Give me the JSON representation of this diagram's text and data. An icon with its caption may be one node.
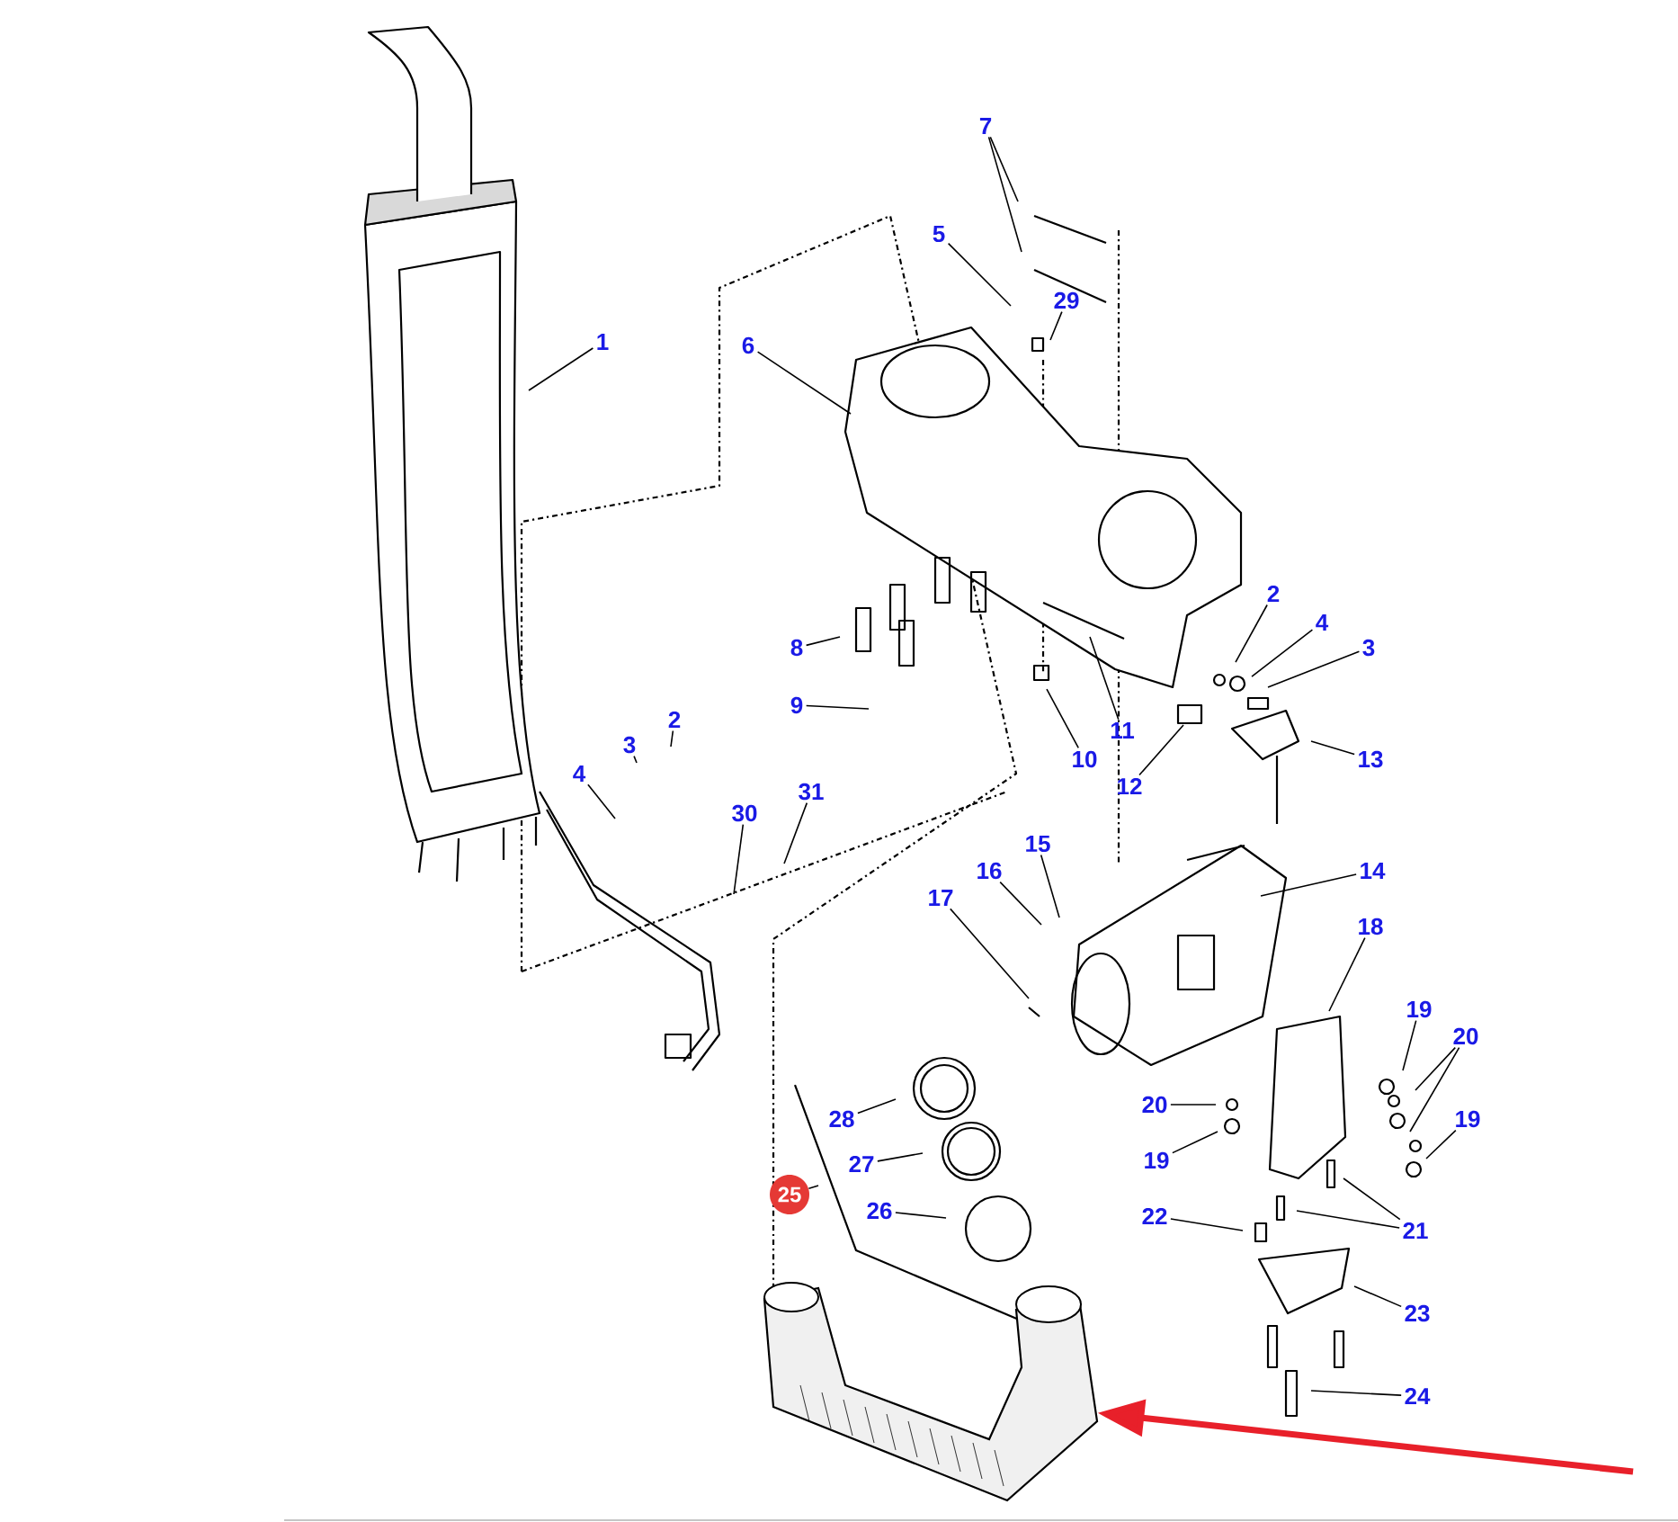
{
  "diagram": {
    "nodes": [
      {
        "text": [
          "1"
        ]
      },
      {
        "text": [
          "2"
        ]
      },
      {
        "text": [
          "3"
        ]
      },
      {
        "text": [
          "4"
        ]
      },
      {
        "text": [
          "30"
        ]
      },
      {
        "text": [
          "31"
        ]
      },
      {
        "text": [
          "7"
        ]
      },
      {
        "text": [
          "5"
        ]
      },
      {
        "text": [
          "29"
        ]
      },
      {
        "text": [
          "6"
        ]
      },
      {
        "text": [
          "8"
        ]
      },
      {
        "text": [
          "9"
        ]
      },
      {
        "text": [
          "10"
        ]
      },
      {
        "text": [
          "11"
        ]
      },
      {
        "text": [
          "12"
        ]
      },
      {
        "text": [
          "2"
        ]
      },
      {
        "text": [
          "4"
        ]
      },
      {
        "text": [
          "3"
        ]
      },
      {
        "text": [
          "13"
        ]
      },
      {
        "text": [
          "14"
        ]
      },
      {
        "text": [
          "15"
        ]
      },
      {
        "text": [
          "16"
        ]
      },
      {
        "text": [
          "17"
        ]
      },
      {
        "text": [
          "18"
        ]
      },
      {
        "text": [
          "19"
        ]
      },
      {
        "text": [
          "20"
        ]
      },
      {
        "text": [
          "19"
        ]
      },
      {
        "text": [
          "20"
        ]
      },
      {
        "text": [
          "19"
        ]
      },
      {
        "text": [
          "22"
        ]
      },
      {
        "text": [
          "21"
        ]
      },
      {
        "text": [
          "23"
        ]
      },
      {
        "text": [
          "24"
        ]
      },
      {
        "text": [
          "28"
        ]
      },
      {
        "text": [
          "27"
        ]
      },
      {
        "text": [
          "26"
        ]
      },
      {
        "text": [
          "25"
        ]
      },
      {
        "text": [],
        "shape": "picture"
      }
    ],
    "edges": [
      {
        "from": 0,
        "to": null,
        "arrow": "none"
      },
      {
        "from": 1,
        "to": null,
        "arrow": "none"
      },
      {
        "from": 2,
        "to": null,
        "arrow": "none"
      },
      {
        "from": 3,
        "to": null,
        "arrow": "none"
      },
      {
        "from": 4,
        "to": null,
        "arrow": "none"
      },
      {
        "from": 5,
        "to": null,
        "arrow": "none"
      },
      {
        "from": 6,
        "to": null,
        "arrow": "none"
      },
      {
        "from": 6,
        "to": null,
        "arrow": "none"
      },
      {
        "from": 7,
        "to": null,
        "arrow": "none"
      },
      {
        "from": 8,
        "to": null,
        "arrow": "none"
      },
      {
        "from": 9,
        "to": null,
        "arrow": "none"
      },
      {
        "from": 10,
        "to": null,
        "arrow": "none"
      },
      {
        "from": 11,
        "to": null,
        "arrow": "none"
      },
      {
        "from": 12,
        "to": null,
        "arrow": "none"
      },
      {
        "from": 13,
        "to": null,
        "arrow": "none"
      },
      {
        "from": 14,
        "to": null,
        "arrow": "none"
      },
      {
        "from": 15,
        "to": null,
        "arrow": "none"
      },
      {
        "from": 16,
        "to": null,
        "arrow": "none"
      },
      {
        "from": 17,
        "to": null,
        "arrow": "none"
      },
      {
        "from": 18,
        "to": null,
        "arrow": "none"
      },
      {
        "from": 19,
        "to": null,
        "arrow": "none"
      },
      {
        "from": 20,
        "to": null,
        "arrow": "none"
      },
      {
        "from": 21,
        "to": null,
        "arrow": "none"
      },
      {
        "from": 22,
        "to": null,
        "arrow": "none"
      },
      {
        "from": 23,
        "to": null,
        "arrow": "none"
      },
      {
        "from": 24,
        "to": null,
        "arrow": "none"
      },
      {
        "from": 25,
        "to": null,
        "arrow": "none"
      },
      {
        "from": 25,
        "to": null,
        "arrow": "none"
      },
      {
        "from": 26,
        "to": null,
        "arrow": "none"
      },
      {
        "from": 27,
        "to": null,
        "arrow": "none"
      },
      {
        "from": 28,
        "to": null,
        "arrow": "none"
      },
      {
        "from": 29,
        "to": null,
        "arrow": "none"
      },
      {
        "from": 30,
        "to": null,
        "arrow": "none"
      },
      {
        "from": 30,
        "to": null,
        "arrow": "none"
      },
      {
        "from": 31,
        "to": null,
        "arrow": "none"
      },
      {
        "from": 32,
        "to": null,
        "arrow": "none"
      },
      {
        "from": 33,
        "to": null,
        "arrow": "none"
      },
      {
        "from": 34,
        "to": null,
        "arrow": "none"
      },
      {
        "from": 35,
        "to": null,
        "arrow": "none"
      },
      {
        "from": 36,
        "to": null,
        "arrow": "none"
      },
      {
        "from": null,
        "to": 37,
        "arrow": "to",
        "style": "thick",
        "color": "#e8202a"
      }
    ]
  }
}
